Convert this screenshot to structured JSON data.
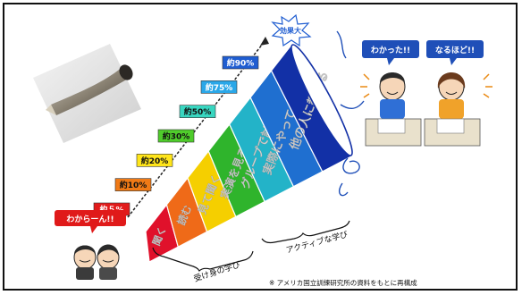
{
  "pyramid": {
    "segments": [
      {
        "label": "聞く",
        "color": "#e0112b"
      },
      {
        "label": "読む",
        "color": "#ef6a18"
      },
      {
        "label": "見て聞く",
        "color": "#f5cf00"
      },
      {
        "label": "実演を見る",
        "color": "#2fb42c"
      },
      {
        "label": "グループで討論",
        "color": "#23b3c8"
      },
      {
        "label": "実際にやってみる",
        "color": "#1f6fd0"
      },
      {
        "label": "他の人に教える",
        "color": "#1230a6"
      }
    ],
    "retention_labels": [
      {
        "text": "約５%",
        "color": "#e21b1b",
        "text_color": "#ffffff"
      },
      {
        "text": "約10%",
        "color": "#f07a16",
        "text_color": "#111111"
      },
      {
        "text": "約20%",
        "color": "#ffe51a",
        "text_color": "#111111"
      },
      {
        "text": "約30%",
        "color": "#4fcc2b",
        "text_color": "#111111"
      },
      {
        "text": "約50%",
        "color": "#38d6c0",
        "text_color": "#111111"
      },
      {
        "text": "約75%",
        "color": "#2aa7e8",
        "text_color": "#ffffff"
      },
      {
        "text": "約90%",
        "color": "#1f5dd1",
        "text_color": "#ffffff"
      }
    ],
    "retention_values": [
      5,
      10,
      20,
      30,
      50,
      75,
      90
    ],
    "effect_burst": "効果大"
  },
  "groups": {
    "passive": "受け身の学び",
    "active": "アクティブな学び"
  },
  "speech": {
    "confused": "わからーん!!",
    "understood": "わかった!!",
    "i_see": "なるほど!!"
  },
  "footnote": "※ アメリカ国立訓練研究所の資料をもとに再構成",
  "colors": {
    "speech_bubble": "#1f4fb8",
    "speech_bubble_red": "#e01a1a",
    "outline": "#1a1a1a"
  }
}
